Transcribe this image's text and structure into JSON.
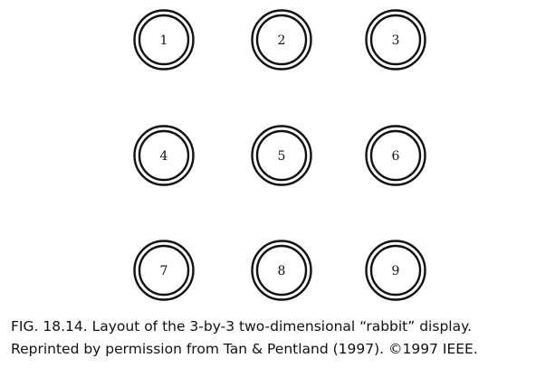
{
  "display": {
    "points": [
      {
        "label": "1"
      },
      {
        "label": "2"
      },
      {
        "label": "3"
      },
      {
        "label": "4"
      },
      {
        "label": "5"
      },
      {
        "label": "6"
      },
      {
        "label": "7"
      },
      {
        "label": "8"
      },
      {
        "label": "9"
      }
    ]
  },
  "caption": {
    "line1": "FIG. 18.14.   Layout of the 3-by-3 two-dimensional “rabbit” display.",
    "line2": "Reprinted by permission from Tan & Pentland (1997). ©1997 IEEE."
  }
}
